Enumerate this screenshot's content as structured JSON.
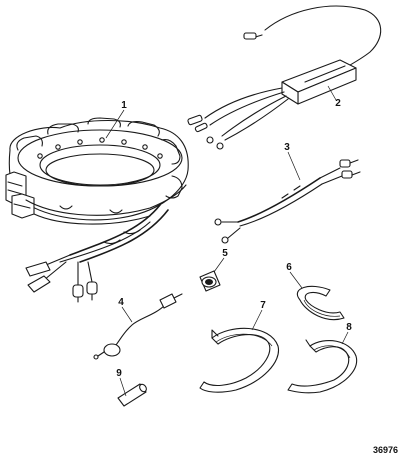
{
  "callouts": [
    {
      "id": "1",
      "text": "1"
    },
    {
      "id": "2",
      "text": "2"
    },
    {
      "id": "3",
      "text": "3"
    },
    {
      "id": "4",
      "text": "4"
    },
    {
      "id": "5",
      "text": "5"
    },
    {
      "id": "6",
      "text": "6"
    },
    {
      "id": "7",
      "text": "7"
    },
    {
      "id": "8",
      "text": "8"
    },
    {
      "id": "9",
      "text": "9"
    }
  ],
  "reference_number": "36976"
}
